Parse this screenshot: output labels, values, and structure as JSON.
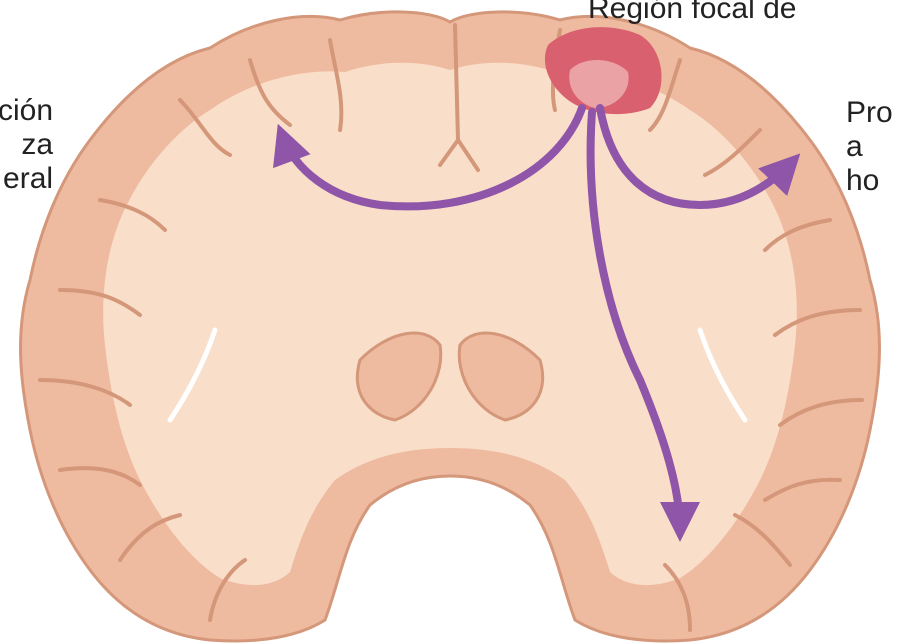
{
  "labels": {
    "top": "Región focal de",
    "left": "ción\nza\neral",
    "right": "Pro\na\nho"
  },
  "colors": {
    "background": "#ffffff",
    "white_matter": "#f9dec9",
    "cortex": "#efbba0",
    "cortex_outline": "#d4977a",
    "focus_outer": "#d9606e",
    "focus_inner": "#eba2a5",
    "arrow": "#8e55a8",
    "text": "#222222"
  },
  "icons": {
    "arrowhead": "arrowhead-icon"
  }
}
